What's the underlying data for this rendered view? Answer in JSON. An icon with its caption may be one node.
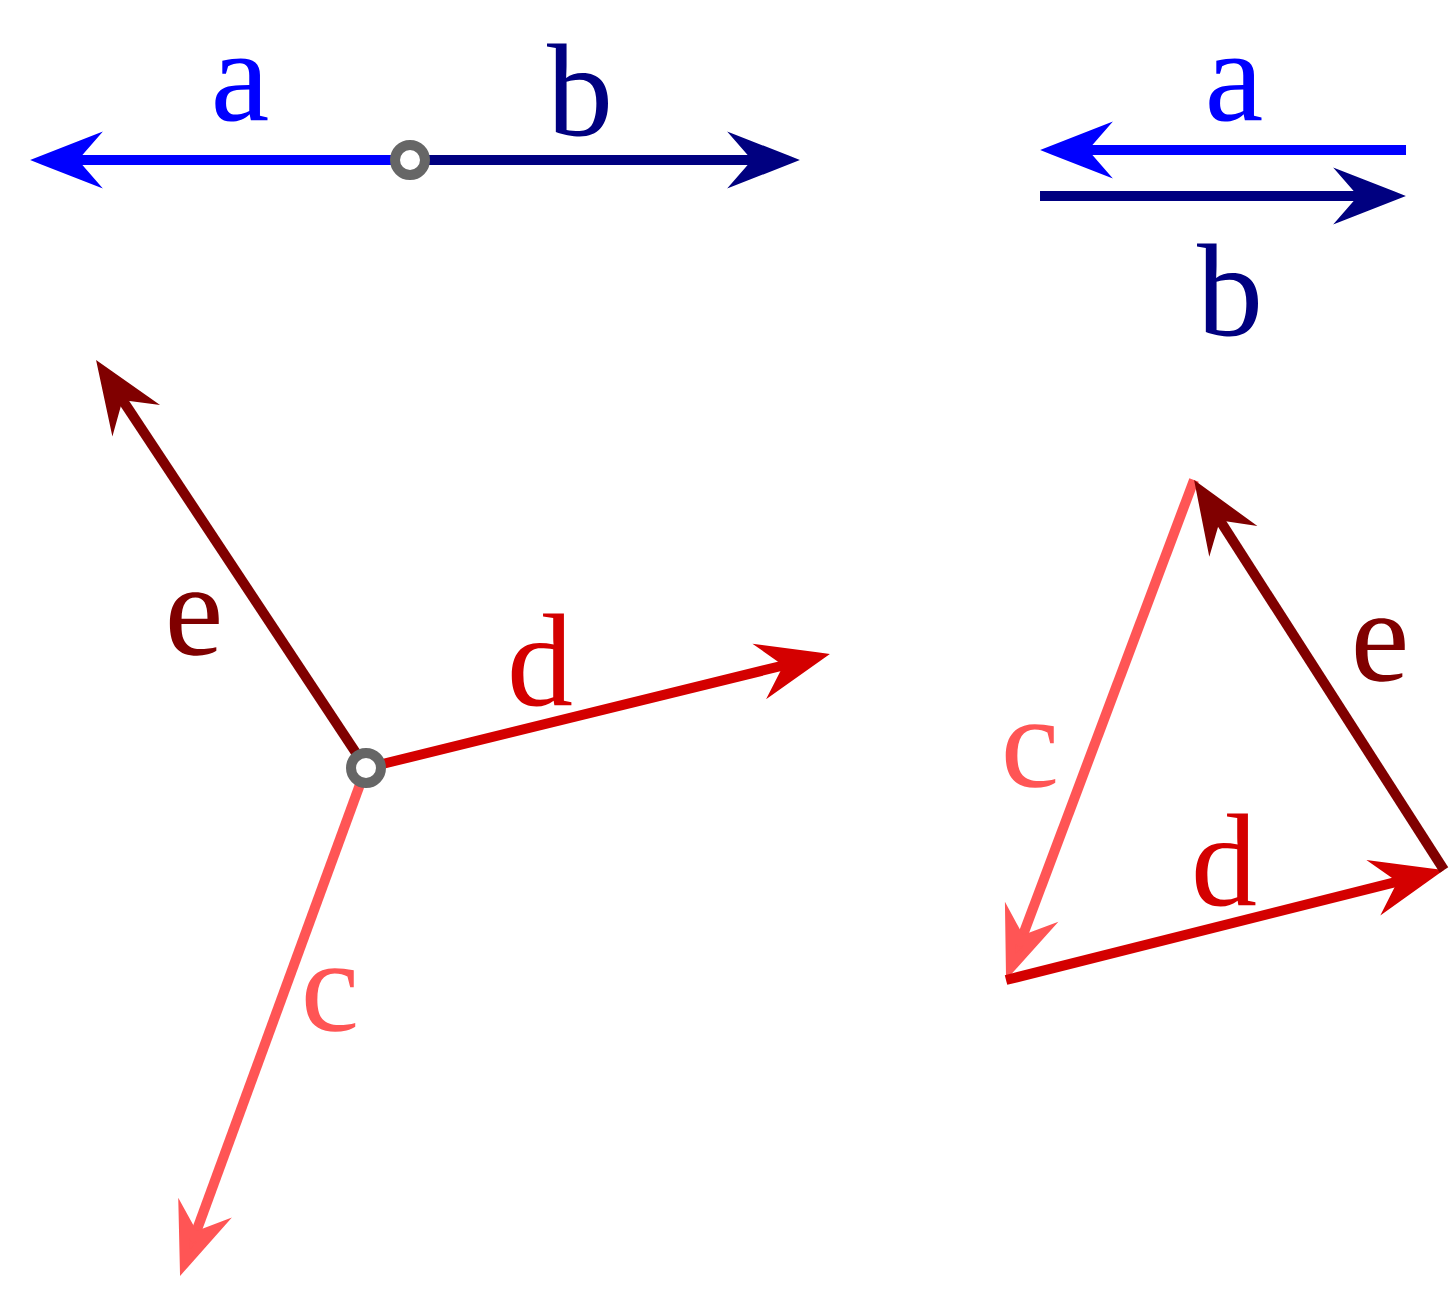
{
  "diagram": {
    "labels": [
      "a",
      "b",
      "a",
      "b",
      "e",
      "d",
      "c",
      "c",
      "e",
      "d"
    ]
  }
}
